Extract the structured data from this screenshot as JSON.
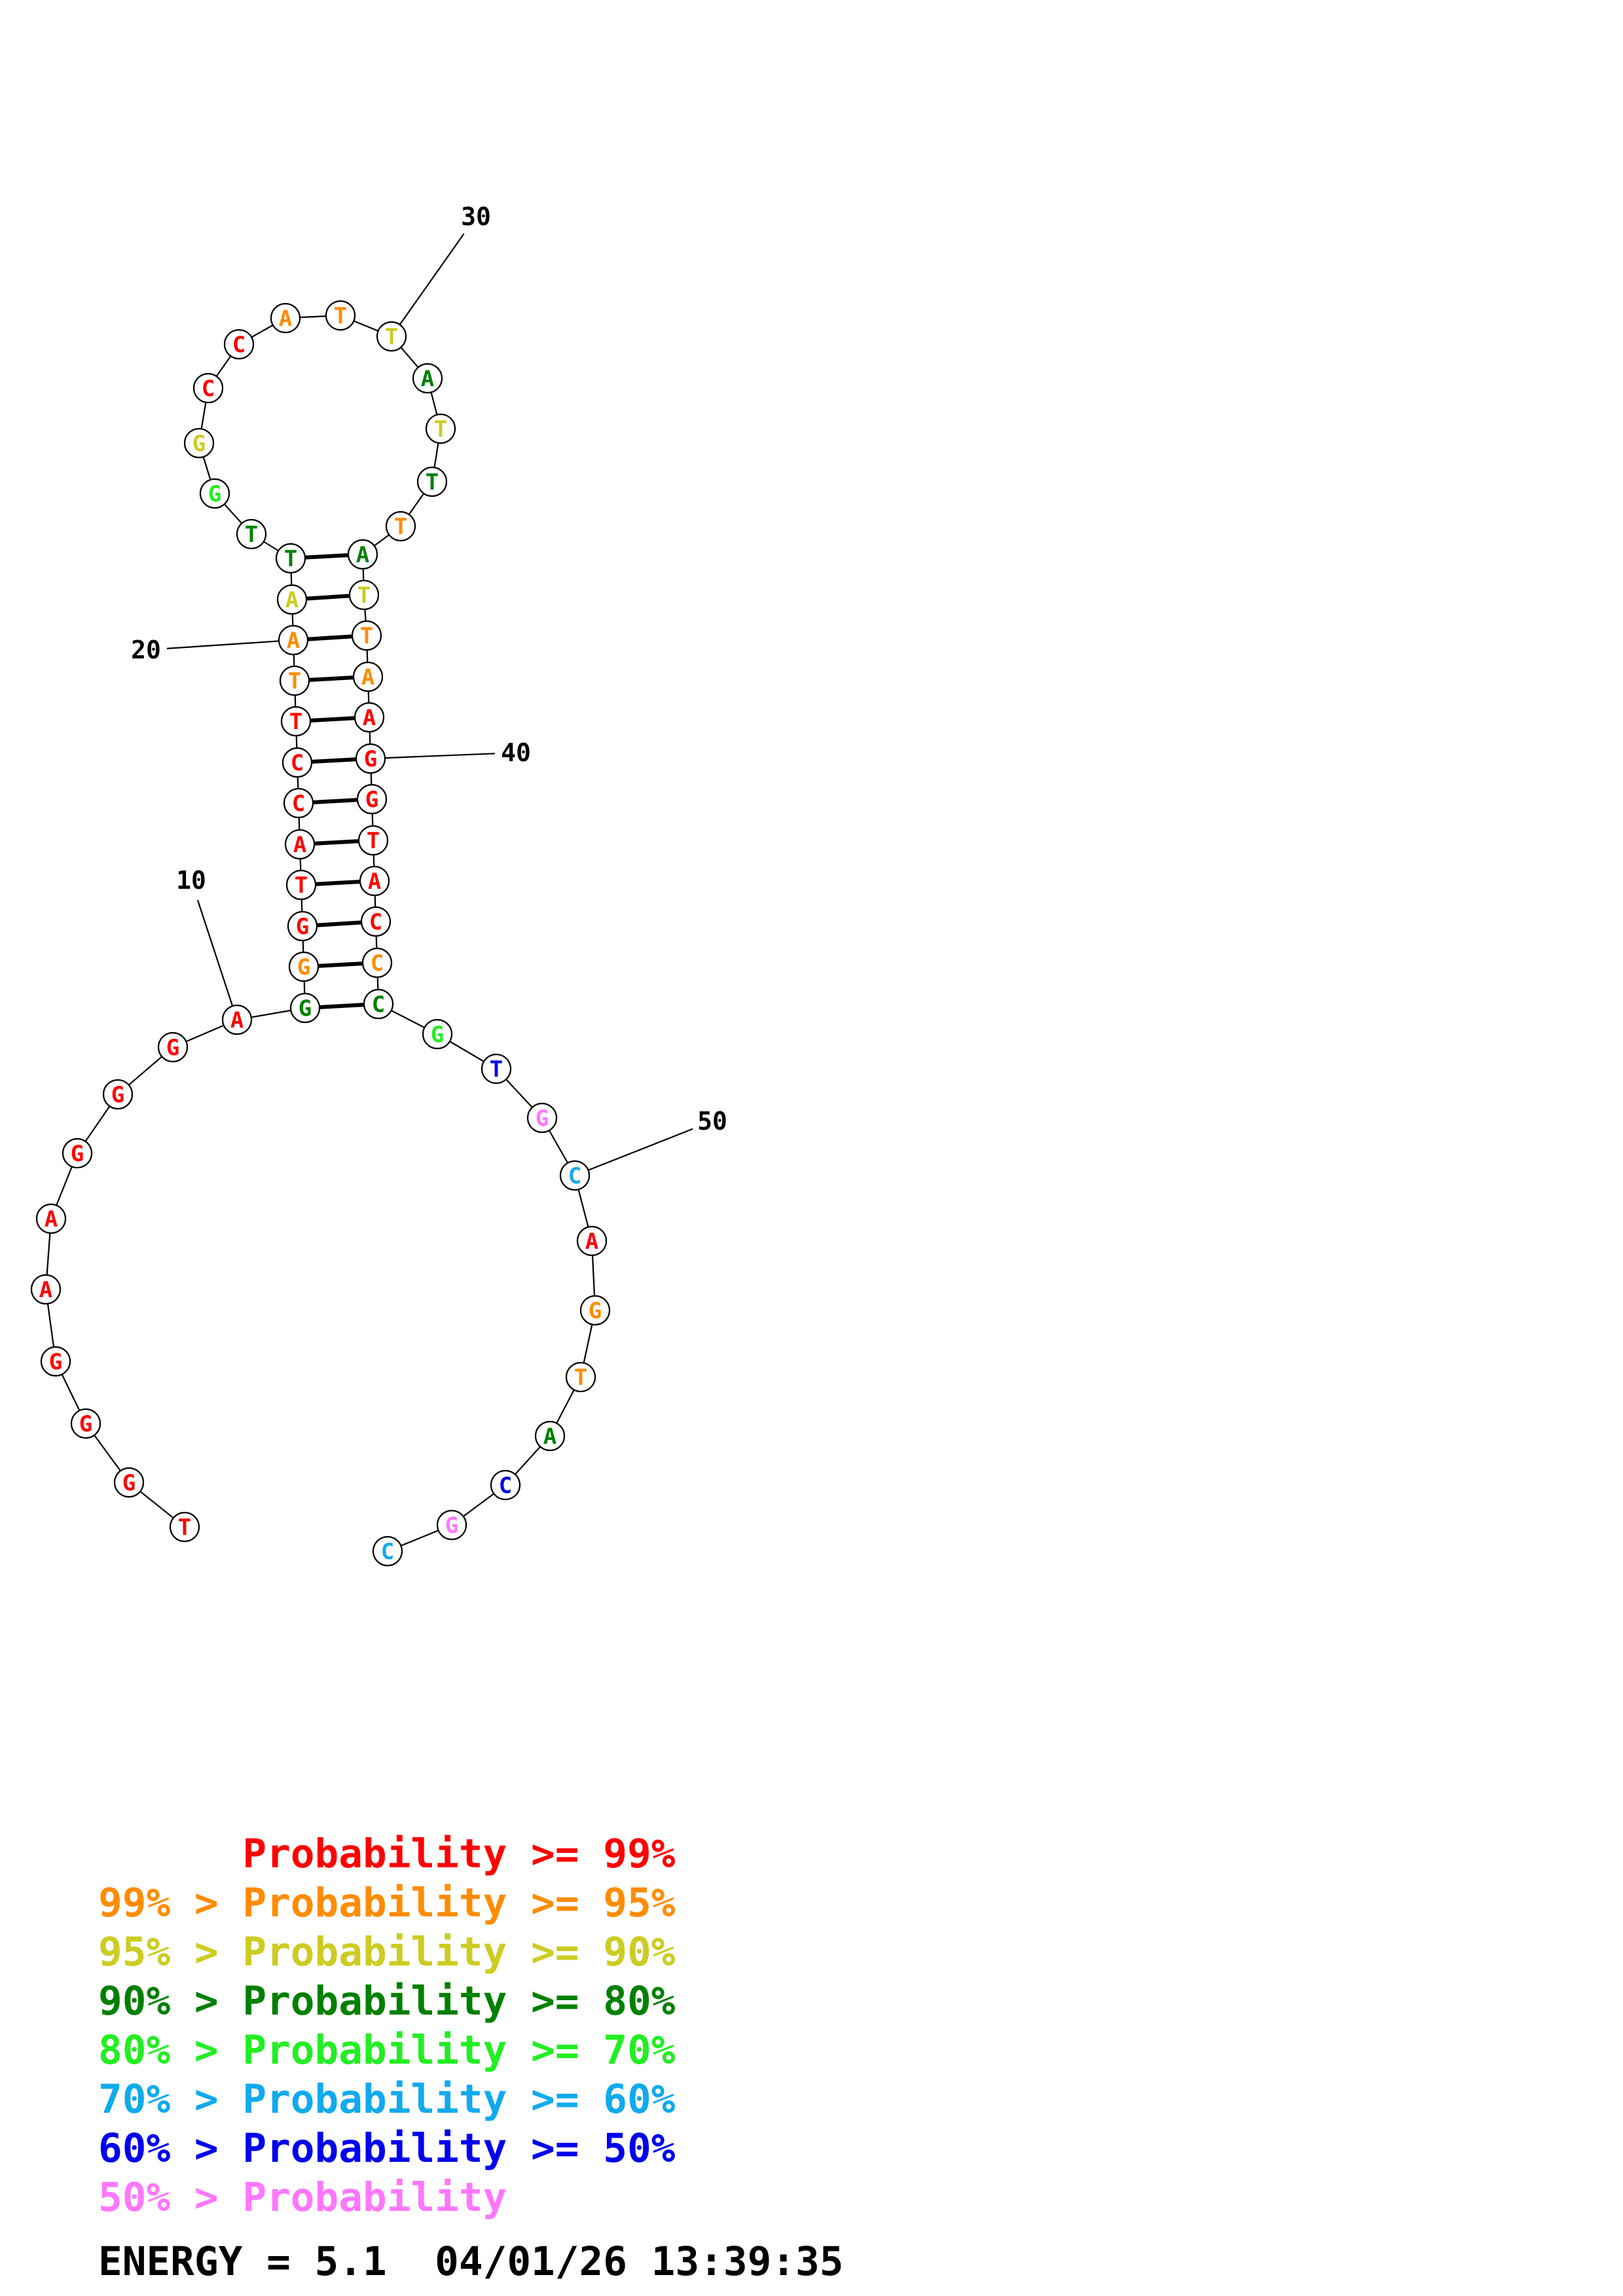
{
  "sequence": [
    {
      "base": "T",
      "color": "#ff0000"
    },
    {
      "base": "G",
      "color": "#ff0000"
    },
    {
      "base": "G",
      "color": "#ff0000"
    },
    {
      "base": "G",
      "color": "#ff0000"
    },
    {
      "base": "A",
      "color": "#ff0000"
    },
    {
      "base": "A",
      "color": "#ff0000"
    },
    {
      "base": "G",
      "color": "#ff0000"
    },
    {
      "base": "G",
      "color": "#ff0000"
    },
    {
      "base": "G",
      "color": "#ff0000"
    },
    {
      "base": "A",
      "color": "#ff0000"
    },
    {
      "base": "G",
      "color": "#008000"
    },
    {
      "base": "G",
      "color": "#ff8c00"
    },
    {
      "base": "G",
      "color": "#ff0000"
    },
    {
      "base": "T",
      "color": "#ff0000"
    },
    {
      "base": "A",
      "color": "#ff0000"
    },
    {
      "base": "C",
      "color": "#ff0000"
    },
    {
      "base": "C",
      "color": "#ff0000"
    },
    {
      "base": "T",
      "color": "#ff0000"
    },
    {
      "base": "T",
      "color": "#ff8c00"
    },
    {
      "base": "A",
      "color": "#ff8c00"
    },
    {
      "base": "A",
      "color": "#cccc22"
    },
    {
      "base": "T",
      "color": "#008000"
    },
    {
      "base": "T",
      "color": "#008000"
    },
    {
      "base": "G",
      "color": "#22ee22"
    },
    {
      "base": "G",
      "color": "#cccc22"
    },
    {
      "base": "C",
      "color": "#ff0000"
    },
    {
      "base": "C",
      "color": "#ff0000"
    },
    {
      "base": "A",
      "color": "#ff8c00"
    },
    {
      "base": "T",
      "color": "#ff8c00"
    },
    {
      "base": "T",
      "color": "#cccc22"
    },
    {
      "base": "A",
      "color": "#008000"
    },
    {
      "base": "T",
      "color": "#cccc22"
    },
    {
      "base": "T",
      "color": "#008000"
    },
    {
      "base": "T",
      "color": "#ff8c00"
    },
    {
      "base": "A",
      "color": "#008000"
    },
    {
      "base": "T",
      "color": "#cccc22"
    },
    {
      "base": "T",
      "color": "#ff8c00"
    },
    {
      "base": "A",
      "color": "#ff8c00"
    },
    {
      "base": "A",
      "color": "#ff0000"
    },
    {
      "base": "G",
      "color": "#ff0000"
    },
    {
      "base": "G",
      "color": "#ff0000"
    },
    {
      "base": "T",
      "color": "#ff0000"
    },
    {
      "base": "A",
      "color": "#ff0000"
    },
    {
      "base": "C",
      "color": "#ff0000"
    },
    {
      "base": "C",
      "color": "#ff8c00"
    },
    {
      "base": "C",
      "color": "#008000"
    },
    {
      "base": "G",
      "color": "#22ee22"
    },
    {
      "base": "T",
      "color": "#0000ee"
    },
    {
      "base": "G",
      "color": "#ff77ff"
    },
    {
      "base": "C",
      "color": "#11aaee"
    },
    {
      "base": "A",
      "color": "#ff0000"
    },
    {
      "base": "G",
      "color": "#ff8c00"
    },
    {
      "base": "T",
      "color": "#ff8c00"
    },
    {
      "base": "A",
      "color": "#008000"
    },
    {
      "base": "C",
      "color": "#0000ee"
    },
    {
      "base": "G",
      "color": "#ff77ff"
    },
    {
      "base": "C",
      "color": "#11aaee"
    }
  ],
  "pairs": [
    [
      11,
      46
    ],
    [
      12,
      45
    ],
    [
      13,
      44
    ],
    [
      14,
      43
    ],
    [
      15,
      42
    ],
    [
      16,
      41
    ],
    [
      17,
      40
    ],
    [
      18,
      39
    ],
    [
      19,
      38
    ],
    [
      20,
      37
    ],
    [
      21,
      36
    ],
    [
      22,
      35
    ]
  ],
  "position_labels": [
    {
      "index": 10,
      "text": "10"
    },
    {
      "index": 20,
      "text": "20"
    },
    {
      "index": 30,
      "text": "30"
    },
    {
      "index": 40,
      "text": "40"
    },
    {
      "index": 50,
      "text": "50"
    }
  ],
  "legend": [
    {
      "text": "      Probability >= 99%",
      "color": "#ff0000"
    },
    {
      "text": "99% > Probability >= 95%",
      "color": "#ff8c00"
    },
    {
      "text": "95% > Probability >= 90%",
      "color": "#cccc22"
    },
    {
      "text": "90% > Probability >= 80%",
      "color": "#008000"
    },
    {
      "text": "80% > Probability >= 70%",
      "color": "#22ee22"
    },
    {
      "text": "70% > Probability >= 60%",
      "color": "#11aaee"
    },
    {
      "text": "60% > Probability >= 50%",
      "color": "#0000ee"
    },
    {
      "text": "50% > Probability",
      "color": "#ff77ff"
    }
  ],
  "footer": {
    "energy_text": "ENERGY = 5.1  04/01/26 13:39:35"
  }
}
